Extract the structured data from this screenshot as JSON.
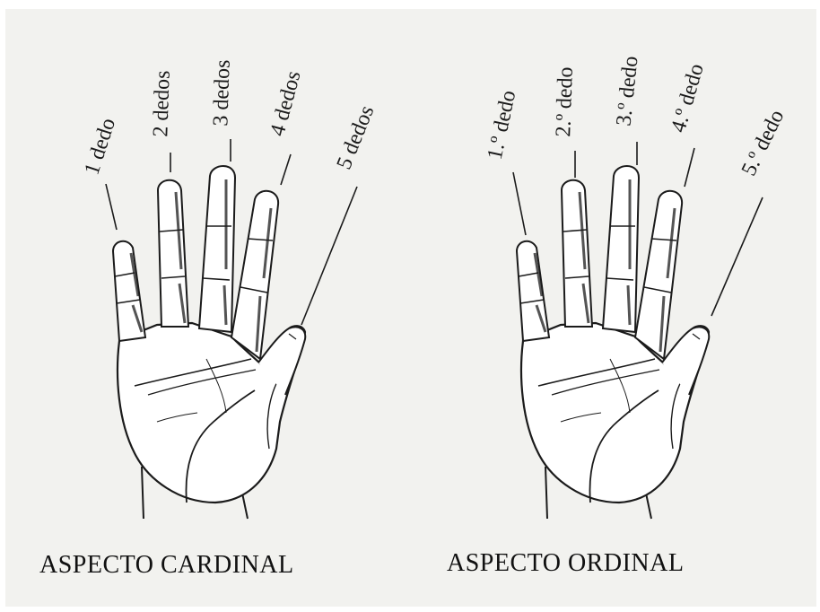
{
  "panels": [
    {
      "caption": "ASPECTO CARDINAL",
      "finger_labels": [
        "1 dedo",
        "2 dedos",
        "3 dedos",
        "4 dedos",
        "5 dedos"
      ]
    },
    {
      "caption": "ASPECTO ORDINAL",
      "finger_labels": [
        "1.º dedo",
        "2.º dedo",
        "3.º dedo",
        "4.º dedo",
        "5.º dedo"
      ]
    }
  ],
  "colors": {
    "paper": "#f2f2ef",
    "ink": "#1b1b1b",
    "fill": "#ffffff"
  }
}
